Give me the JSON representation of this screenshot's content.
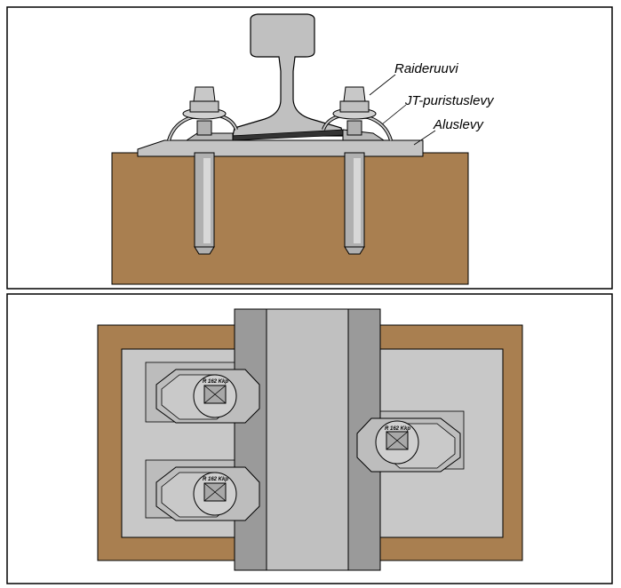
{
  "labels": {
    "screw": "Raideruuvi",
    "clamp": "JT-puristuslevy",
    "baseplate": "Aluslevy"
  },
  "bolt_marking": "R 162 Kkp",
  "colors": {
    "sleeper": "#a97f50",
    "steel": "#bfbfbf",
    "steel_dark": "#8c8c8c",
    "plate": "#c8c8c8",
    "rail_flange": "#999999",
    "outline": "#000000"
  }
}
